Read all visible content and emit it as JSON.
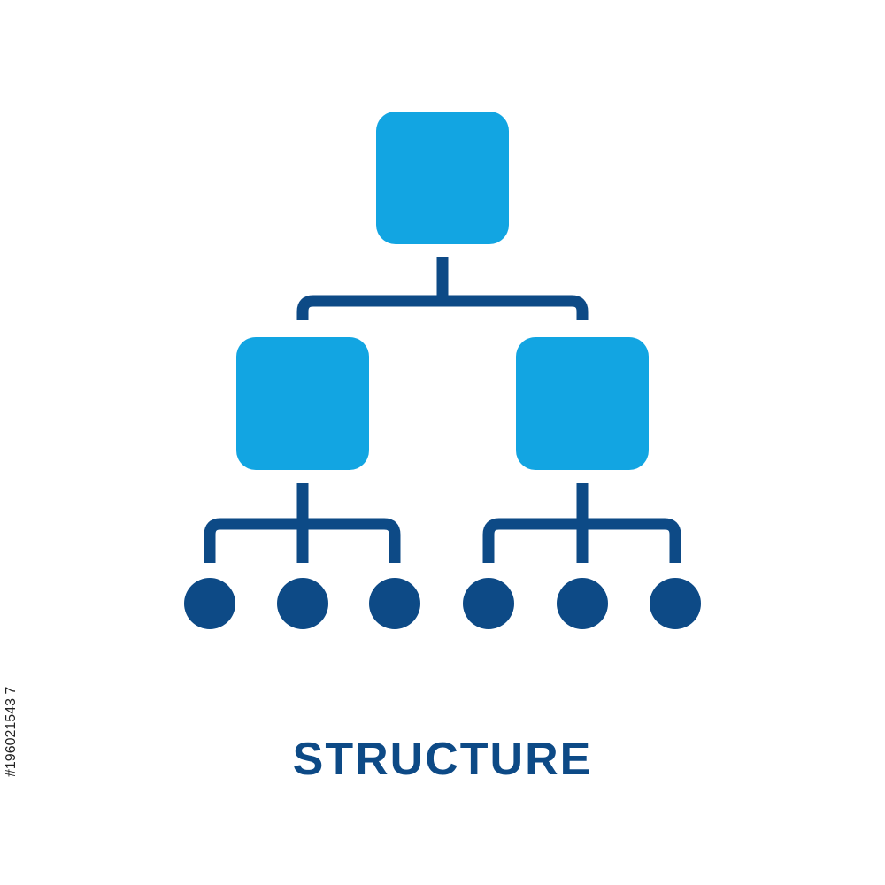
{
  "caption": "STRUCTURE",
  "stock_id": "#196021543 7",
  "stock_id_text": "#196021543 7",
  "colors": {
    "light_blue": "#12a5e2",
    "dark_blue": "#0d4a86",
    "background": "#ffffff"
  },
  "icon": {
    "name": "org-chart-icon",
    "levels": [
      {
        "level": 1,
        "box_count": 1
      },
      {
        "level": 2,
        "box_count": 2
      },
      {
        "level": 3,
        "dot_count": 6
      }
    ]
  }
}
